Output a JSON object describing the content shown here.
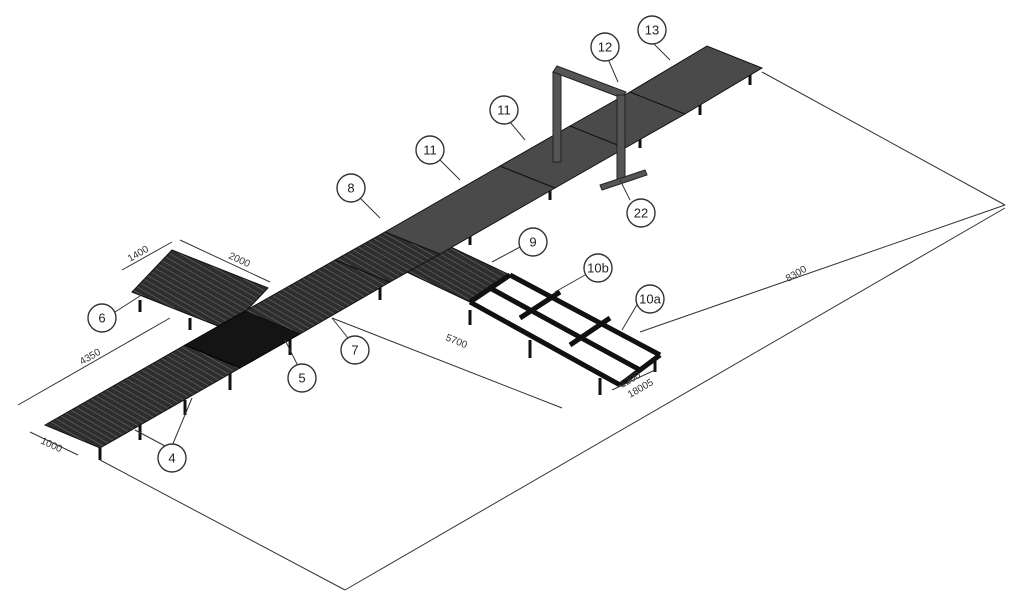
{
  "callouts": {
    "c4": "4",
    "c5": "5",
    "c6": "6",
    "c7": "7",
    "c8": "8",
    "c9": "9",
    "c10a": "10a",
    "c10b": "10b",
    "c11a": "11",
    "c11b": "11",
    "c12": "12",
    "c13": "13",
    "c22": "22"
  },
  "dimensions": {
    "d1400": "1400",
    "d2000": "2000",
    "d4350": "4350",
    "d1000": "1000",
    "d5700": "5700",
    "d1200": "1200",
    "d18005": "18005",
    "d8300": "8300"
  }
}
